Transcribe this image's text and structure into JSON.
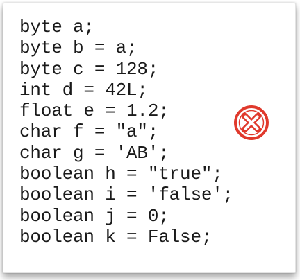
{
  "code": {
    "lines": [
      "byte a;",
      "byte b = a;",
      "byte c = 128;",
      "int d = 42L;",
      "float e = 1.2;",
      "char f = \"a\";",
      "char g = 'AB';",
      "boolean h = \"true\";",
      "boolean i = 'false';",
      "boolean j = 0;",
      "boolean k = False;"
    ]
  },
  "icons": {
    "error": "circled-x-icon"
  },
  "colors": {
    "text": "#1a1a1a",
    "error_red": "#e0392c",
    "background": "#ffffff"
  }
}
